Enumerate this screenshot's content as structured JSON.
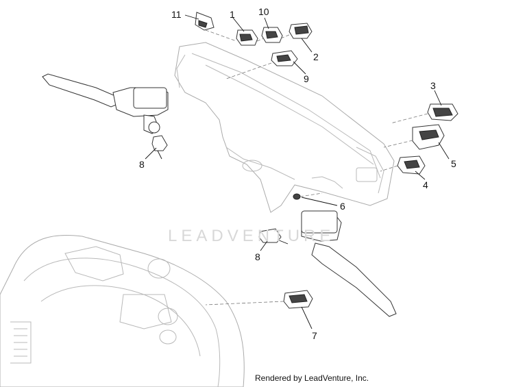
{
  "callouts": [
    {
      "id": "11",
      "label": "11"
    },
    {
      "id": "1",
      "label": "1"
    },
    {
      "id": "10",
      "label": "10"
    },
    {
      "id": "2",
      "label": "2"
    },
    {
      "id": "9",
      "label": "9"
    },
    {
      "id": "3",
      "label": "3"
    },
    {
      "id": "5",
      "label": "5"
    },
    {
      "id": "4",
      "label": "4"
    },
    {
      "id": "8a",
      "label": "8"
    },
    {
      "id": "6",
      "label": "6"
    },
    {
      "id": "8b",
      "label": "8"
    },
    {
      "id": "7",
      "label": "7"
    }
  ],
  "watermark": "LEADVENTURE",
  "credit": "Rendered by LeadVenture, Inc."
}
